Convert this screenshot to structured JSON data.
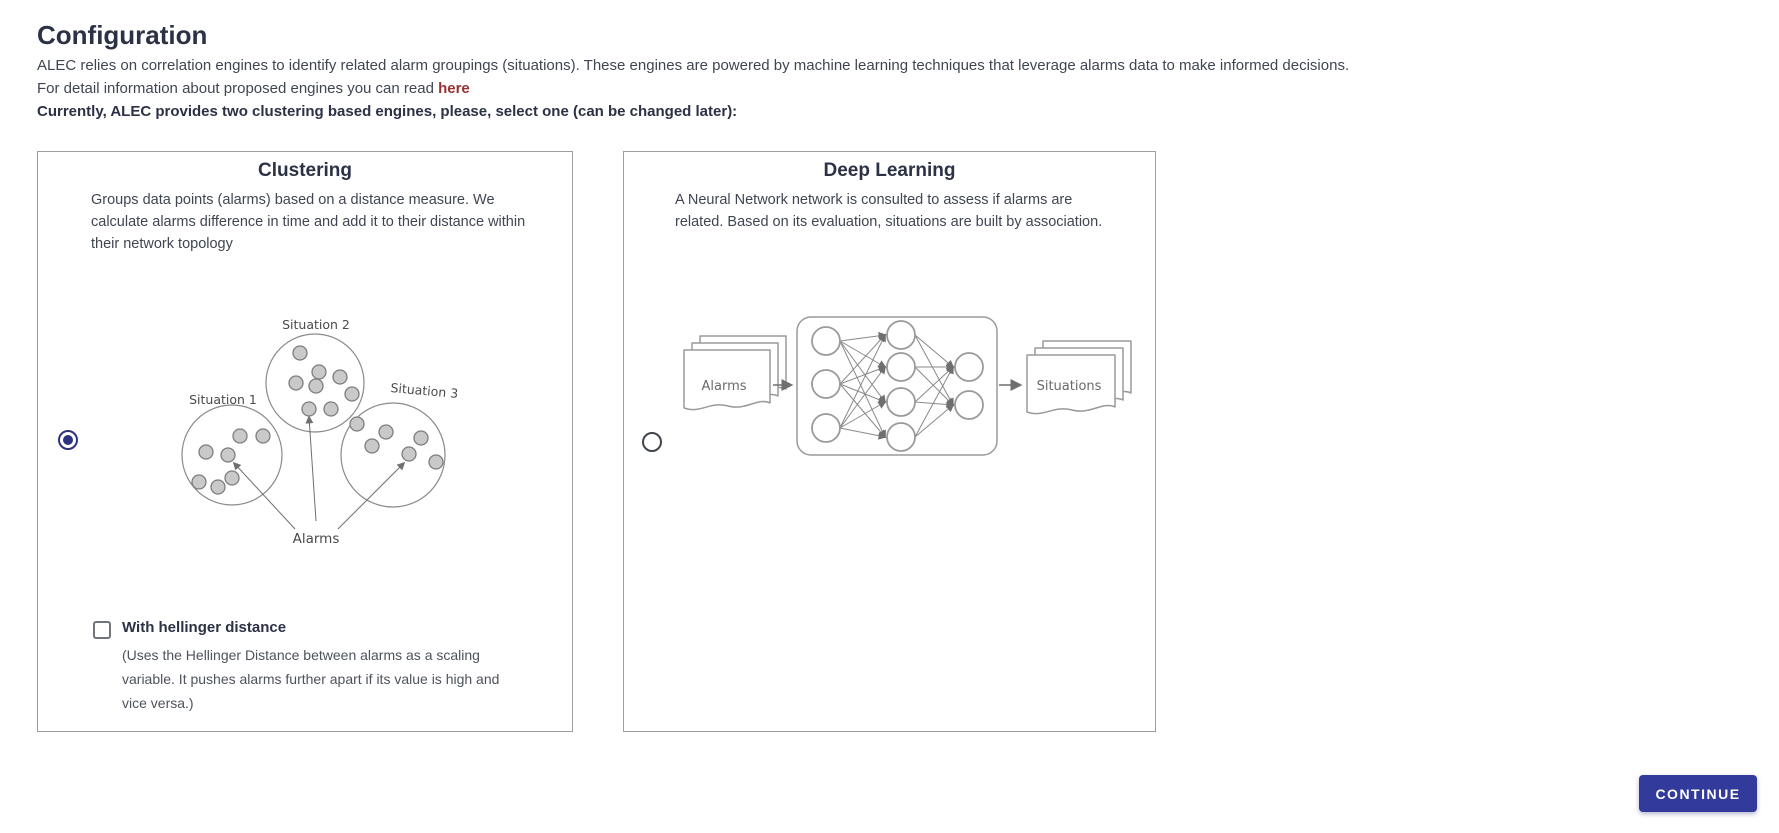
{
  "page": {
    "title": "Configuration",
    "intro_line1": "ALEC relies on correlation engines to identify related alarm groupings (situations). These engines are powered by machine learning techniques that leverage alarms data to make informed decisions.",
    "intro_line2_prefix": "For detail information about proposed engines you can read ",
    "intro_link_label": "here",
    "select_prompt": "Currently, ALEC provides two clustering based engines, please, select one (can be changed later):"
  },
  "cards": {
    "clustering": {
      "title": "Clustering",
      "description": "Groups data points (alarms) based on a distance measure. We calculate alarms difference in time and add it to their distance within their network topology",
      "selected": true,
      "diagram": {
        "situation1_label": "Situation 1",
        "situation2_label": "Situation 2",
        "situation3_label": "Situation 3",
        "alarms_label": "Alarms"
      },
      "checkbox": {
        "label": "With hellinger distance",
        "description": "(Uses the Hellinger Distance between alarms as a scaling variable. It pushes alarms further apart if its value is high and vice versa.)",
        "checked": false
      }
    },
    "deep_learning": {
      "title": "Deep Learning",
      "description": "A Neural Network network is consulted to assess if alarms are related. Based on its evaluation, situations are built by association.",
      "selected": false,
      "diagram": {
        "input_label": "Alarms",
        "output_label": "Situations"
      }
    }
  },
  "footer": {
    "continue_label": "CONTINUE"
  },
  "colors": {
    "accent": "#323a9b",
    "radio_selected": "#2c337f",
    "link": "#963232"
  }
}
